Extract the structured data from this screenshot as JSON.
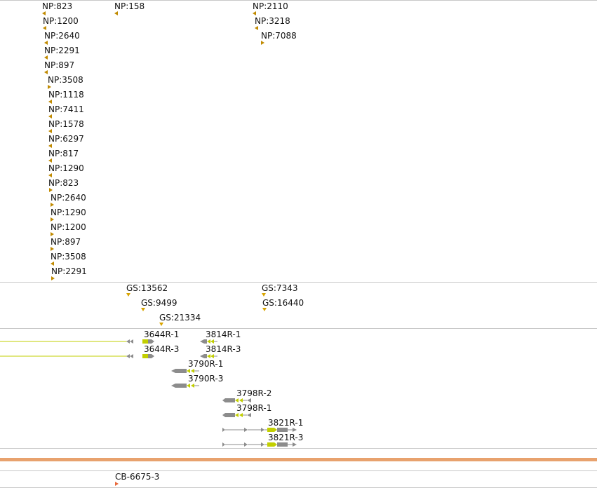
{
  "tracks": {
    "np": {
      "features": [
        {
          "label": "NP:823",
          "dir": "left"
        },
        {
          "label": "NP:1200",
          "dir": "left"
        },
        {
          "label": "NP:2640",
          "dir": "left"
        },
        {
          "label": "NP:2291",
          "dir": "left"
        },
        {
          "label": "NP:897",
          "dir": "left"
        },
        {
          "label": "NP:3508",
          "dir": "right"
        },
        {
          "label": "NP:1118",
          "dir": "left"
        },
        {
          "label": "NP:7411",
          "dir": "left"
        },
        {
          "label": "NP:1578",
          "dir": "left"
        },
        {
          "label": "NP:6297",
          "dir": "left"
        },
        {
          "label": "NP:817",
          "dir": "left"
        },
        {
          "label": "NP:1290",
          "dir": "left"
        },
        {
          "label": "NP:823",
          "dir": "right"
        },
        {
          "label": "NP:2640",
          "dir": "right"
        },
        {
          "label": "NP:1290",
          "dir": "right"
        },
        {
          "label": "NP:1200",
          "dir": "right"
        },
        {
          "label": "NP:897",
          "dir": "right"
        },
        {
          "label": "NP:3508",
          "dir": "left"
        },
        {
          "label": "NP:2291",
          "dir": "right"
        },
        {
          "label": "NP:158",
          "dir": "left"
        },
        {
          "label": "NP:2110",
          "dir": "left"
        },
        {
          "label": "NP:3218",
          "dir": "left"
        },
        {
          "label": "NP:7088",
          "dir": "right"
        }
      ]
    },
    "gs": {
      "features": [
        {
          "label": "GS:13562"
        },
        {
          "label": "GS:9499"
        },
        {
          "label": "GS:21334"
        },
        {
          "label": "GS:7343"
        },
        {
          "label": "GS:16440"
        }
      ]
    },
    "transcripts": {
      "features": [
        {
          "label": "3644R-1"
        },
        {
          "label": "3644R-3"
        },
        {
          "label": "3814R-1"
        },
        {
          "label": "3814R-3"
        },
        {
          "label": "3790R-1"
        },
        {
          "label": "3790R-3"
        },
        {
          "label": "3798R-2"
        },
        {
          "label": "3798R-1"
        },
        {
          "label": "3821R-1"
        },
        {
          "label": "3821R-3"
        }
      ]
    },
    "bottom": {
      "features": [
        {
          "label": "CB-6675-3"
        }
      ]
    }
  },
  "colors": {
    "np_marker": "#c08a00",
    "gs_marker": "#d9a400",
    "cb_marker": "#e8683a",
    "exon_gray": "#8c8c8c",
    "utr_yellow": "#c2cf00",
    "orange_bar": "#e8a26e",
    "separator": "#c8c8c8"
  }
}
